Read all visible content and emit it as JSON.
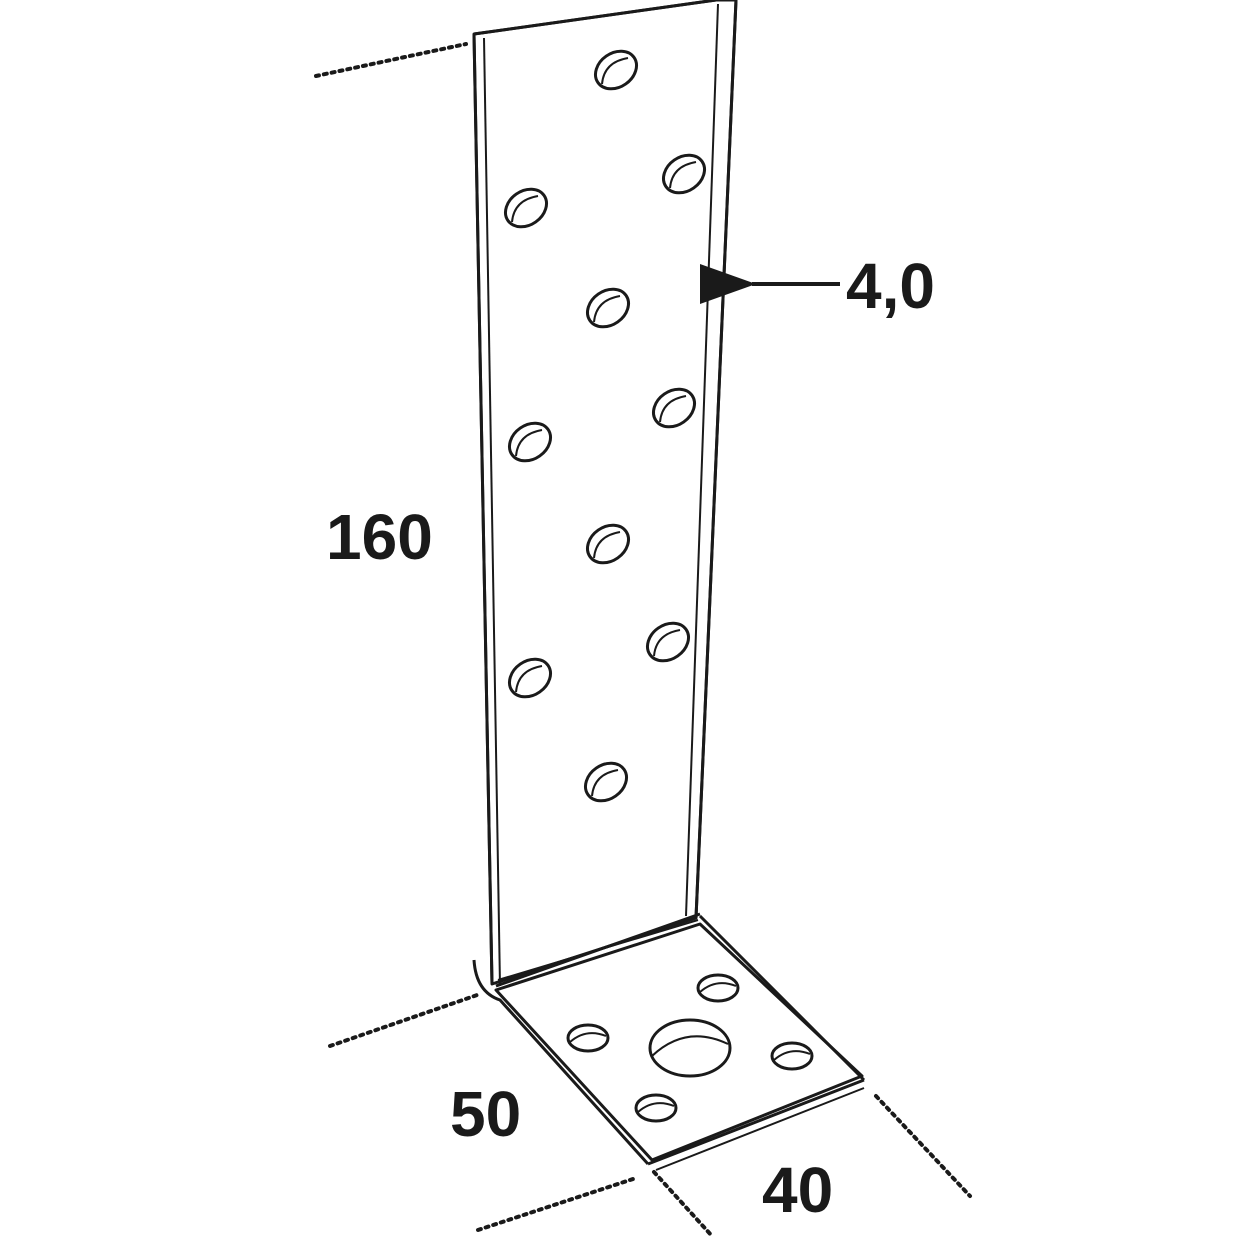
{
  "dimensions": {
    "height": "160",
    "thickness": "4,0",
    "base_depth": "50",
    "base_width": "40"
  },
  "colors": {
    "line": "#1a1a1a",
    "background": "#ffffff"
  }
}
